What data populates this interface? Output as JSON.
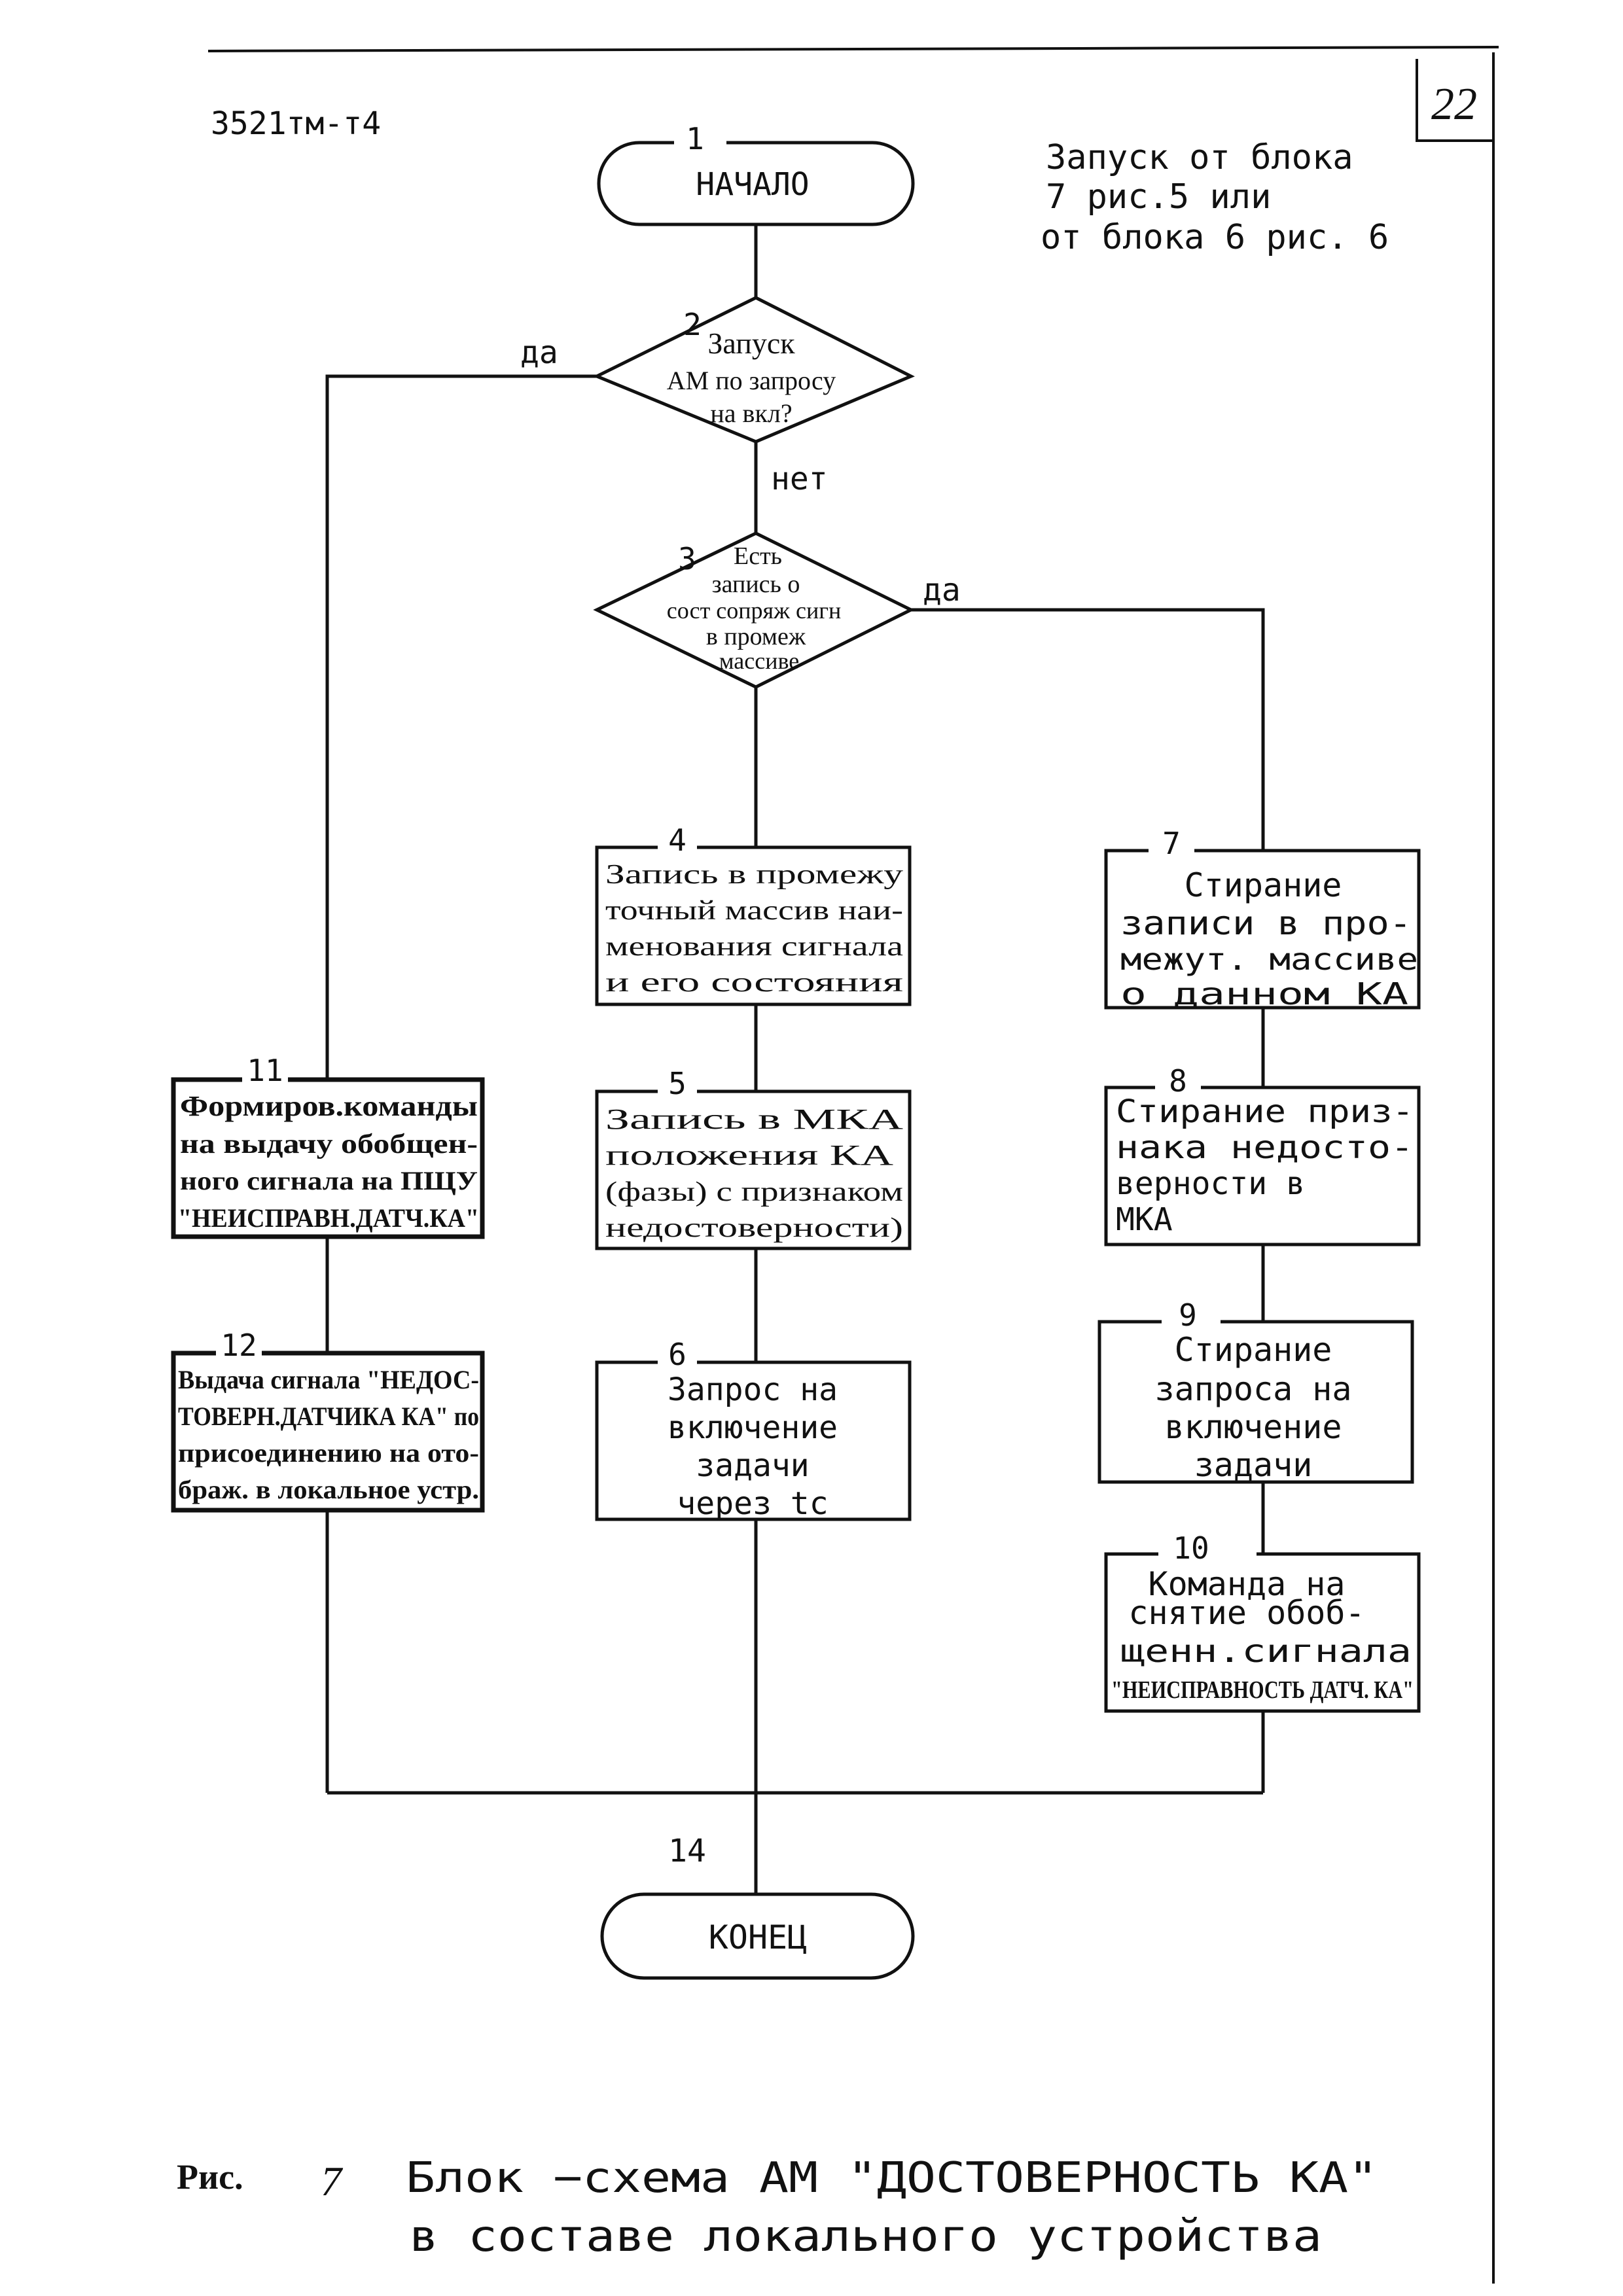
{
  "doc_code": "3521тм-т4",
  "page_number": "22",
  "start_note": [
    "Запуск от блока",
    "7 рис.5 или",
    "от блока 6 рис. 6"
  ],
  "blocks": {
    "b1": {
      "num": "1",
      "lines": [
        "НАЧАЛО"
      ]
    },
    "b2": {
      "num": "2",
      "lines": [
        "Запуск",
        "АМ по запросу",
        "на вкл?"
      ]
    },
    "b3": {
      "num": "3",
      "lines": [
        "Есть",
        "запись о",
        "сост сопряж сигн",
        "в промеж",
        "массиве"
      ]
    },
    "b4": {
      "num": "4",
      "lines": [
        "Запись в промежу",
        "точный массив наи-",
        "менования сигнала",
        "и его состояния"
      ]
    },
    "b5": {
      "num": "5",
      "lines": [
        "Запись в МКА",
        "положения КА",
        "(фазы) с признаком",
        "недостоверности)"
      ]
    },
    "b6": {
      "num": "6",
      "lines": [
        "Запрос на",
        "включение",
        "задачи",
        "через tc"
      ]
    },
    "b7": {
      "num": "7",
      "lines": [
        "Стирание",
        "записи в про-",
        "межут. массиве",
        "о данном КА"
      ]
    },
    "b8": {
      "num": "8",
      "lines": [
        "Стирание приз-",
        "нака недосто-",
        "верности в",
        "МКА"
      ]
    },
    "b9": {
      "num": "9",
      "lines": [
        "Стирание",
        "запроса на",
        "включение",
        "задачи"
      ]
    },
    "b10": {
      "num": "10",
      "lines": [
        "Команда на",
        "снятие обоб-",
        "щенн.сигнала",
        "\"НЕИСПРАВНОСТЬ ДАТЧ. КА\""
      ]
    },
    "b11": {
      "num": "11",
      "lines": [
        "Формиров.команды",
        "на выдачу обобщен-",
        "ного сигнала на ПЩУ",
        "\"НЕИСПРАВН.ДАТЧ.КА\""
      ]
    },
    "b12": {
      "num": "12",
      "lines": [
        "Выдача сигнала \"НЕДОС-",
        "ТОВЕРН.ДАТЧИКА КА\" по",
        "присоединению на ото-",
        "браж. в локальное устр."
      ]
    },
    "b14": {
      "num": "14",
      "lines": [
        "КОНЕЦ"
      ]
    }
  },
  "edge_labels": {
    "b2_yes": "да",
    "b2_no": "нет",
    "b3_yes": "да"
  },
  "caption": {
    "prefix": "Рис.",
    "number": "7",
    "line1": "Блок −схема АМ \"ДОСТОВЕРНОСТЬ КА\"",
    "line2": "в составе локального устройства"
  }
}
